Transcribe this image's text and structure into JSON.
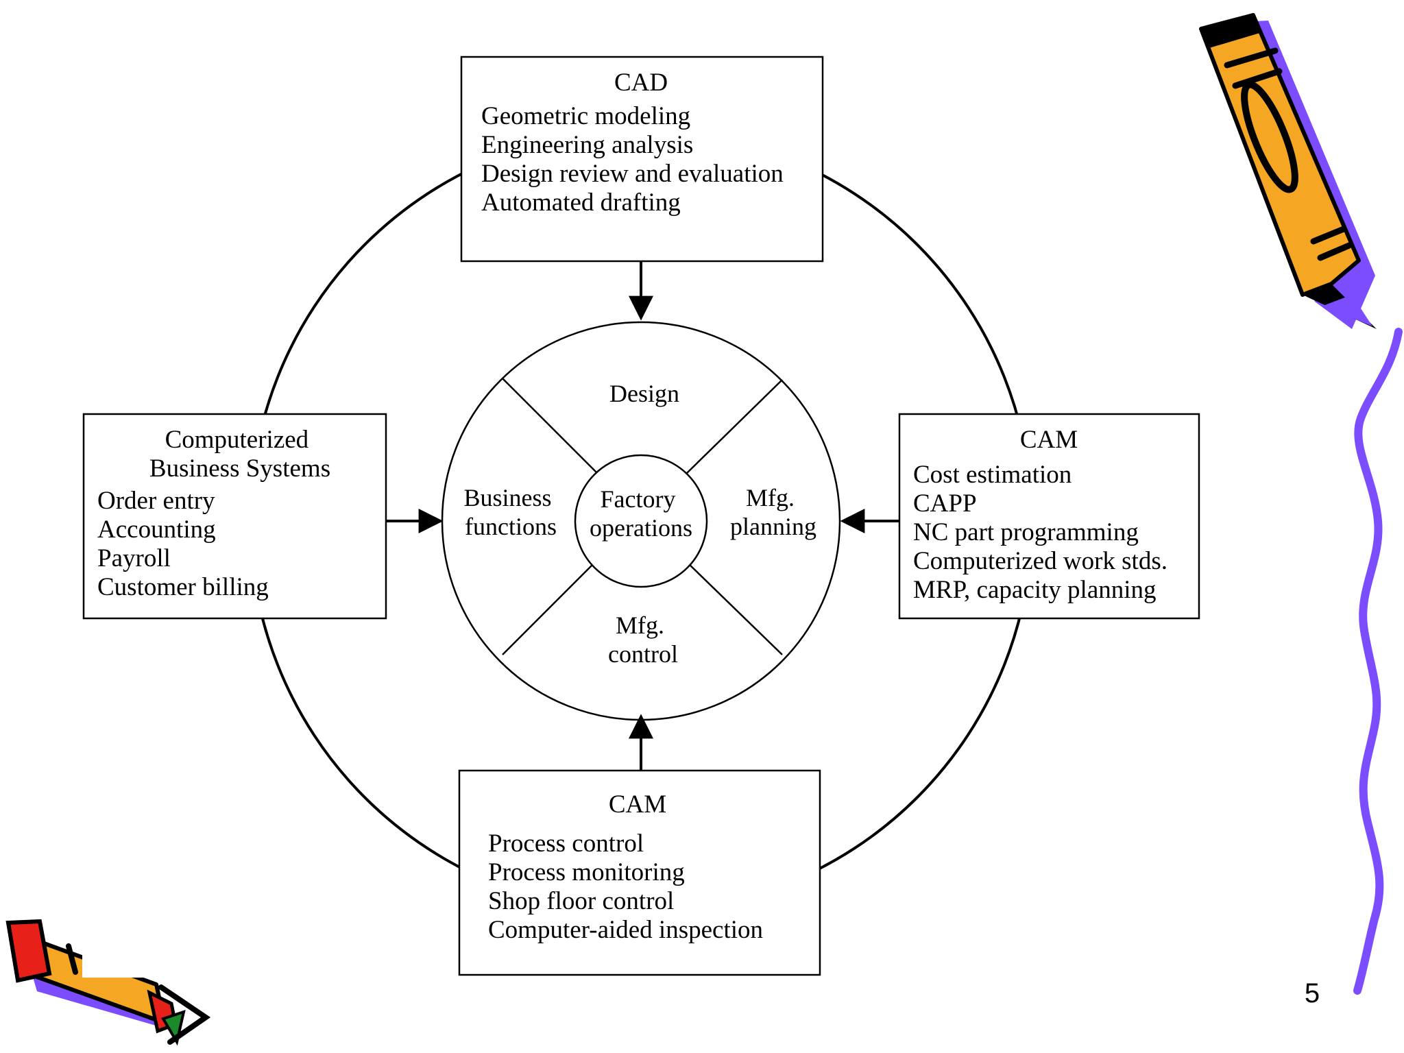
{
  "diagram": {
    "boxes": {
      "cad": {
        "title": "CAD",
        "items": [
          "Geometric modeling",
          "Engineering analysis",
          "Design review and evaluation",
          "Automated drafting"
        ]
      },
      "business": {
        "title_line1": "Computerized",
        "title_line2": "Business Systems",
        "items": [
          "Order entry",
          "Accounting",
          "Payroll",
          "Customer billing"
        ]
      },
      "cam_right": {
        "title": "CAM",
        "items": [
          "Cost estimation",
          "CAPP",
          "NC part programming",
          "Computerized work stds.",
          "MRP, capacity planning"
        ]
      },
      "cam_bottom": {
        "title": "CAM",
        "items": [
          "Process control",
          "Process monitoring",
          "Shop floor control",
          "Computer-aided inspection"
        ]
      }
    },
    "wheel": {
      "center": [
        "Factory",
        "operations"
      ],
      "top": [
        "Design"
      ],
      "left": [
        "Business",
        "functions"
      ],
      "right": [
        "Mfg.",
        "planning"
      ],
      "bottom": [
        "Mfg.",
        "control"
      ]
    }
  },
  "decor": {
    "pencil_colors": {
      "body": "#f5a623",
      "shadow": "#7b4dff",
      "outline": "#000000",
      "eraser": "#e8201a",
      "clip": "#1a8a2a"
    },
    "squiggle_color": "#7b4dff"
  },
  "slide": {
    "page_number": "5"
  }
}
